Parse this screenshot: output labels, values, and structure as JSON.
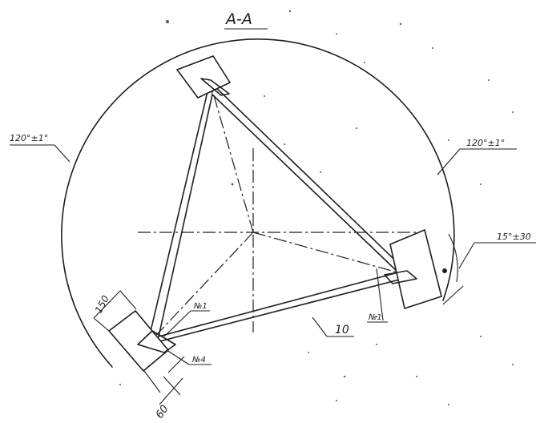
{
  "drawing": {
    "section_title": "A-A",
    "angle_left": "120°±1°",
    "angle_right": "120°±1°",
    "angle_offset": "15°±30",
    "dim_pad_length": "150",
    "dim_pad_width": "60",
    "part_no_1": "№1",
    "part_no_2": "№1",
    "part_no_3": "№4",
    "item_number": "10"
  },
  "colors": {
    "ink": "#1e1e1e",
    "paper": "#ffffff"
  }
}
